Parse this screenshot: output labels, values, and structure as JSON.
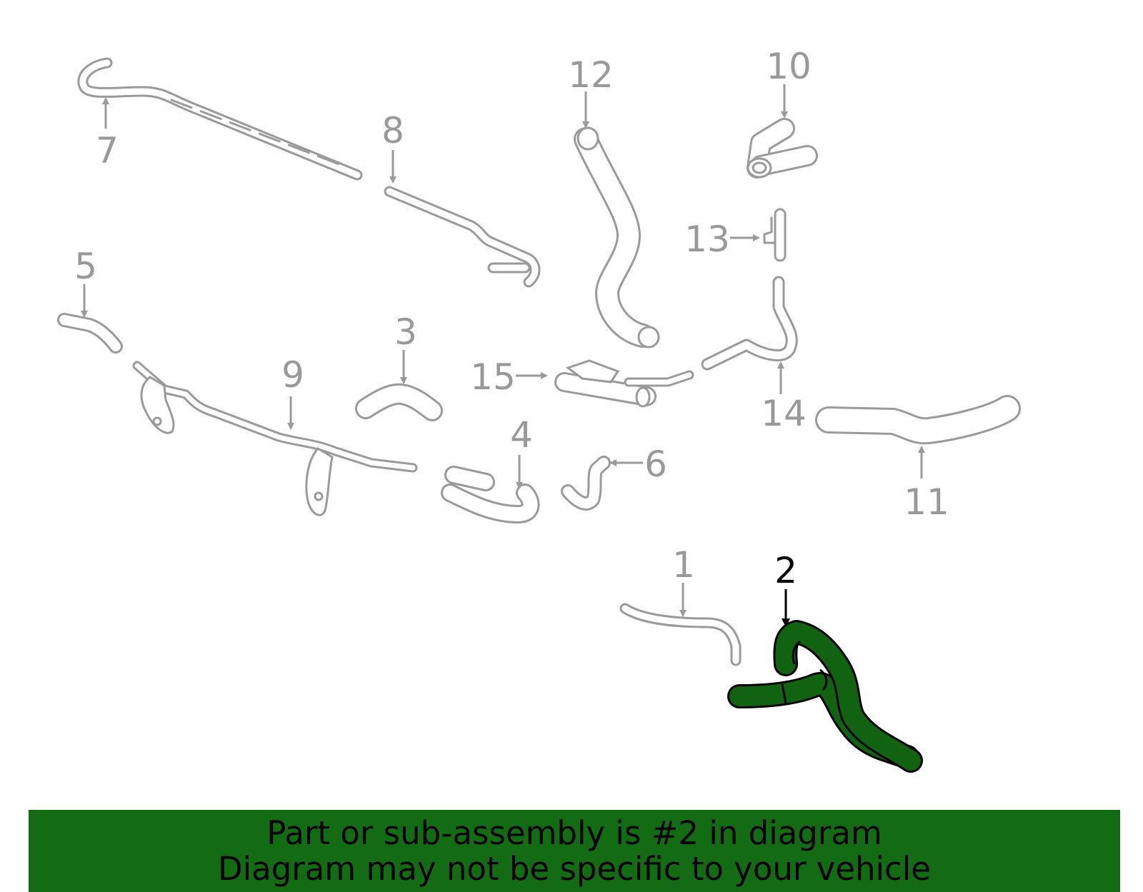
{
  "colors": {
    "highlight": "#116311",
    "banner": "#136b13",
    "callout_active": "#000000",
    "callout_inactive": "#999999",
    "part_outline": "#9a9a9a"
  },
  "highlighted_part": "2",
  "callouts": {
    "c1": "1",
    "c2": "2",
    "c3": "3",
    "c4": "4",
    "c5": "5",
    "c6": "6",
    "c7": "7",
    "c8": "8",
    "c9": "9",
    "c10": "10",
    "c11": "11",
    "c12": "12",
    "c13": "13",
    "c14": "14",
    "c15": "15"
  },
  "banner": {
    "line1": "Part or sub-assembly is #2 in diagram",
    "line2": "Diagram may not be specific to your vehicle"
  }
}
